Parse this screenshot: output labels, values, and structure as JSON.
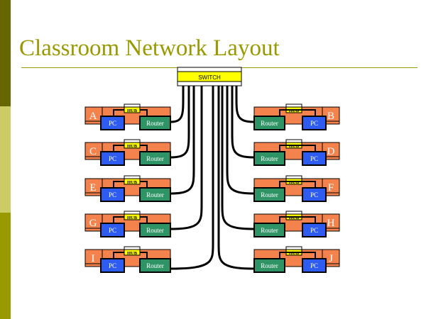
{
  "slide": {
    "title": "Classroom Network Layout"
  },
  "switch": {
    "label": "SWITCH"
  },
  "desks": [
    {
      "label": "A",
      "side": "left",
      "row": 0,
      "pc": "PC",
      "router": "Router",
      "hub": "HUB"
    },
    {
      "label": "B",
      "side": "right",
      "row": 0,
      "pc": "PC",
      "router": "Router",
      "hub": "HUB"
    },
    {
      "label": "C",
      "side": "left",
      "row": 1,
      "pc": "PC",
      "router": "Router",
      "hub": "HUB"
    },
    {
      "label": "D",
      "side": "right",
      "row": 1,
      "pc": "PC",
      "router": "Router",
      "hub": "HUB"
    },
    {
      "label": "E",
      "side": "left",
      "row": 2,
      "pc": "PC",
      "router": "Router",
      "hub": "HUB"
    },
    {
      "label": "F",
      "side": "right",
      "row": 2,
      "pc": "PC",
      "router": "Router",
      "hub": "HUB"
    },
    {
      "label": "G",
      "side": "left",
      "row": 3,
      "pc": "PC",
      "router": "Router",
      "hub": "HUB"
    },
    {
      "label": "H",
      "side": "right",
      "row": 3,
      "pc": "PC",
      "router": "Router",
      "hub": "HUB"
    },
    {
      "label": "I",
      "side": "left",
      "row": 4,
      "pc": "PC",
      "router": "Router",
      "hub": "HUB"
    },
    {
      "label": "J",
      "side": "right",
      "row": 4,
      "pc": "PC",
      "router": "Router",
      "hub": "HUB"
    }
  ],
  "colors": {
    "desk": "#f4824c",
    "pc": "#2e5cf0",
    "router": "#2e9466",
    "hub": "#ffff00",
    "switch": "#ffff00",
    "cable": "#000000",
    "accent_dark": "#666600",
    "accent_light": "#cccc66",
    "accent_mid": "#999900"
  }
}
